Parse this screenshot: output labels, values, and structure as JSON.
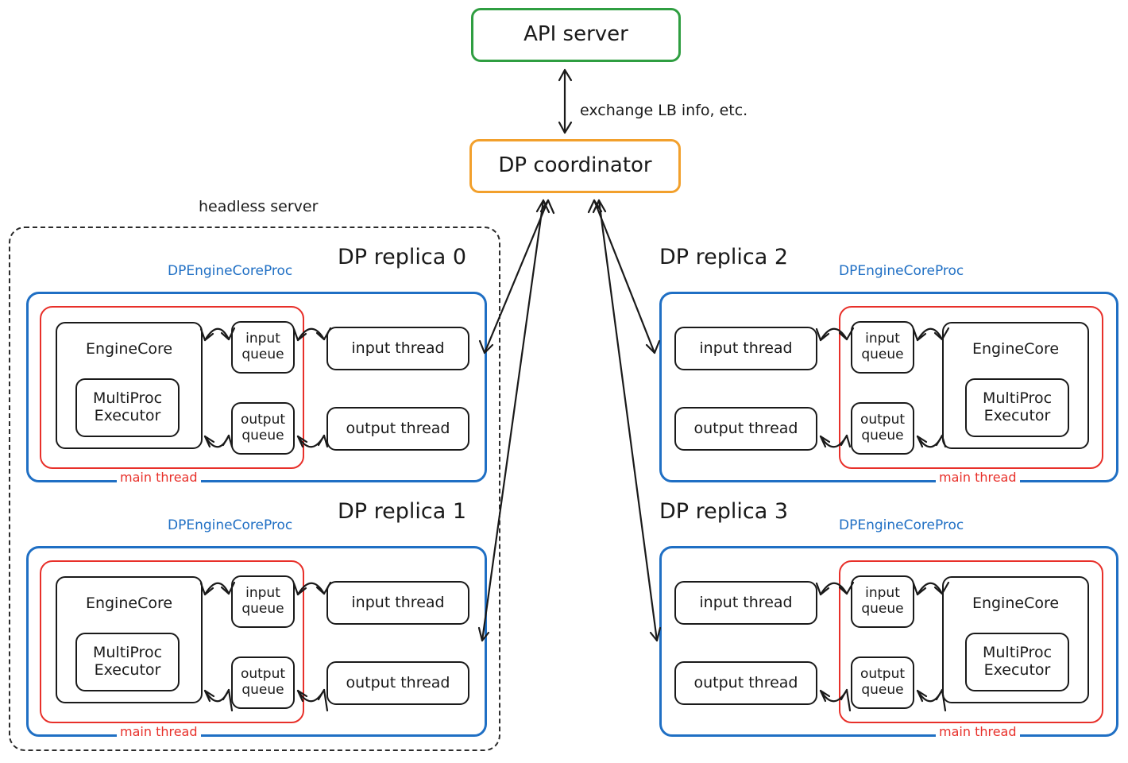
{
  "top": {
    "api_server": "API server",
    "coordinator": "DP coordinator",
    "link_label": "exchange LB info, etc.",
    "api_color": "#2f9e41",
    "coordinator_color": "#f2a02c"
  },
  "headless_server_label": "headless server",
  "colors": {
    "proc_border": "#1f6fc4",
    "main_thread_border": "#e8302a",
    "box_border": "#1a1a1a",
    "dashed_border": "#2b2b2b"
  },
  "common": {
    "proc_label": "DPEngineCoreProc",
    "main_thread_label": "main thread",
    "engine_core": "EngineCore",
    "multiproc_executor": "MultiProc\nExecutor",
    "multiproc_line1": "MultiProc",
    "multiproc_line2": "Executor",
    "input_queue_line1": "input",
    "input_queue_line2": "queue",
    "output_queue_line1": "output",
    "output_queue_line2": "queue",
    "input_thread": "input thread",
    "output_thread": "output thread"
  },
  "replicas": [
    {
      "title": "DP replica 0",
      "orientation": "core-left",
      "inside_headless": true
    },
    {
      "title": "DP replica 1",
      "orientation": "core-left",
      "inside_headless": true
    },
    {
      "title": "DP replica 2",
      "orientation": "core-right",
      "inside_headless": false
    },
    {
      "title": "DP replica 3",
      "orientation": "core-right",
      "inside_headless": false
    }
  ]
}
